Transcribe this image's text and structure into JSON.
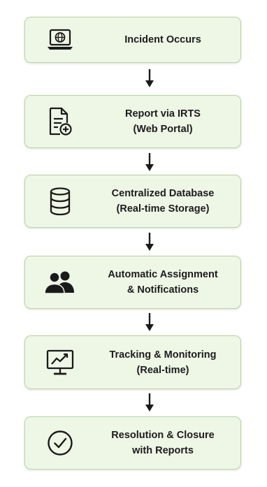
{
  "steps": [
    {
      "icon": "laptop-globe-icon",
      "line1": "Incident Occurs",
      "line2": ""
    },
    {
      "icon": "document-add-icon",
      "line1": "Report via IRTS",
      "line2": "(Web Portal)"
    },
    {
      "icon": "database-icon",
      "line1": "Centralized Database",
      "line2": "(Real-time Storage)"
    },
    {
      "icon": "users-icon",
      "line1": "Automatic Assignment",
      "line2": "& Notifications"
    },
    {
      "icon": "monitor-chart-icon",
      "line1": "Tracking & Monitoring",
      "line2": "(Real-time)"
    },
    {
      "icon": "check-circle-icon",
      "line1": "Resolution & Closure",
      "line2": "with Reports"
    }
  ],
  "colors": {
    "box_fill": "#eef6e6",
    "box_border": "#b9d5a6",
    "text": "#1c1c1c",
    "arrow": "#1a1a1a"
  }
}
